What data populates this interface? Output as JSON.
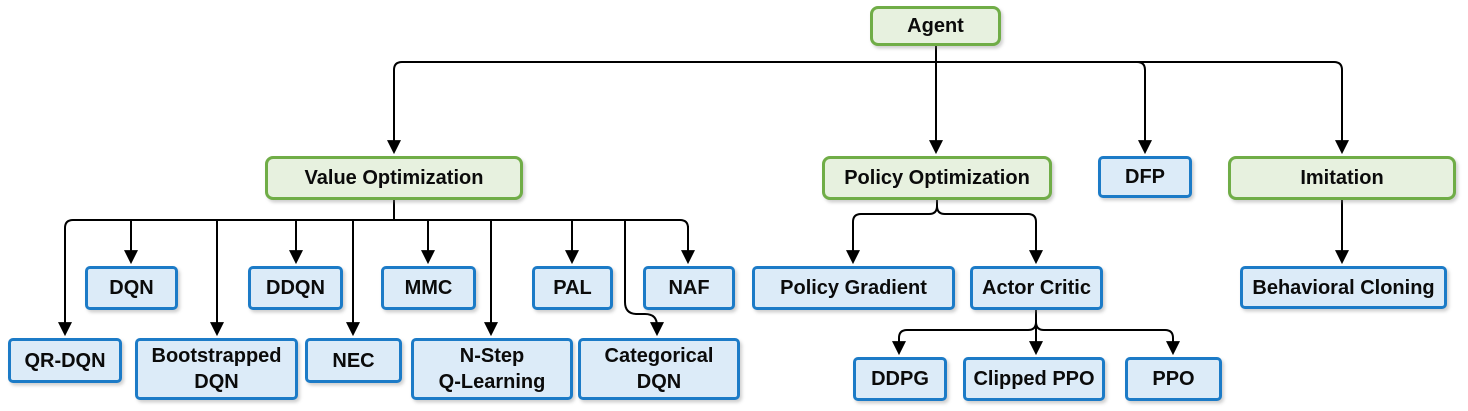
{
  "diagram": {
    "colors": {
      "green_border": "#70ad47",
      "green_fill": "#e7f1df",
      "blue_border": "#1c7bc7",
      "blue_fill": "#dcebf8",
      "connector": "#000000",
      "text": "#0b0b0b"
    },
    "nodes": {
      "agent": {
        "label": "Agent",
        "style": "green"
      },
      "value_optimization": {
        "label": "Value Optimization",
        "style": "green"
      },
      "policy_optimization": {
        "label": "Policy Optimization",
        "style": "green"
      },
      "dfp": {
        "label": "DFP",
        "style": "blue"
      },
      "imitation": {
        "label": "Imitation",
        "style": "green"
      },
      "dqn": {
        "label": "DQN",
        "style": "blue"
      },
      "ddqn": {
        "label": "DDQN",
        "style": "blue"
      },
      "mmc": {
        "label": "MMC",
        "style": "blue"
      },
      "pal": {
        "label": "PAL",
        "style": "blue"
      },
      "naf": {
        "label": "NAF",
        "style": "blue"
      },
      "qr_dqn": {
        "label": "QR-DQN",
        "style": "blue"
      },
      "bootstrapped_dqn": {
        "label": "Bootstrapped\nDQN",
        "style": "blue"
      },
      "nec": {
        "label": "NEC",
        "style": "blue"
      },
      "n_step_q_learning": {
        "label": "N-Step\nQ-Learning",
        "style": "blue"
      },
      "categorical_dqn": {
        "label": "Categorical\nDQN",
        "style": "blue"
      },
      "policy_gradient": {
        "label": "Policy Gradient",
        "style": "blue"
      },
      "actor_critic": {
        "label": "Actor Critic",
        "style": "blue"
      },
      "ddpg": {
        "label": "DDPG",
        "style": "blue"
      },
      "clipped_ppo": {
        "label": "Clipped PPO",
        "style": "blue"
      },
      "ppo": {
        "label": "PPO",
        "style": "blue"
      },
      "behavioral_cloning": {
        "label": "Behavioral Cloning",
        "style": "blue"
      }
    },
    "edges": [
      {
        "from": "agent",
        "to": "value_optimization"
      },
      {
        "from": "agent",
        "to": "policy_optimization"
      },
      {
        "from": "agent",
        "to": "dfp"
      },
      {
        "from": "agent",
        "to": "imitation"
      },
      {
        "from": "value_optimization",
        "to": "dqn"
      },
      {
        "from": "value_optimization",
        "to": "ddqn"
      },
      {
        "from": "value_optimization",
        "to": "mmc"
      },
      {
        "from": "value_optimization",
        "to": "pal"
      },
      {
        "from": "value_optimization",
        "to": "naf"
      },
      {
        "from": "value_optimization",
        "to": "qr_dqn"
      },
      {
        "from": "value_optimization",
        "to": "bootstrapped_dqn"
      },
      {
        "from": "value_optimization",
        "to": "nec"
      },
      {
        "from": "value_optimization",
        "to": "n_step_q_learning"
      },
      {
        "from": "value_optimization",
        "to": "categorical_dqn"
      },
      {
        "from": "policy_optimization",
        "to": "policy_gradient"
      },
      {
        "from": "policy_optimization",
        "to": "actor_critic"
      },
      {
        "from": "actor_critic",
        "to": "ddpg"
      },
      {
        "from": "actor_critic",
        "to": "clipped_ppo"
      },
      {
        "from": "actor_critic",
        "to": "ppo"
      },
      {
        "from": "imitation",
        "to": "behavioral_cloning"
      }
    ]
  }
}
